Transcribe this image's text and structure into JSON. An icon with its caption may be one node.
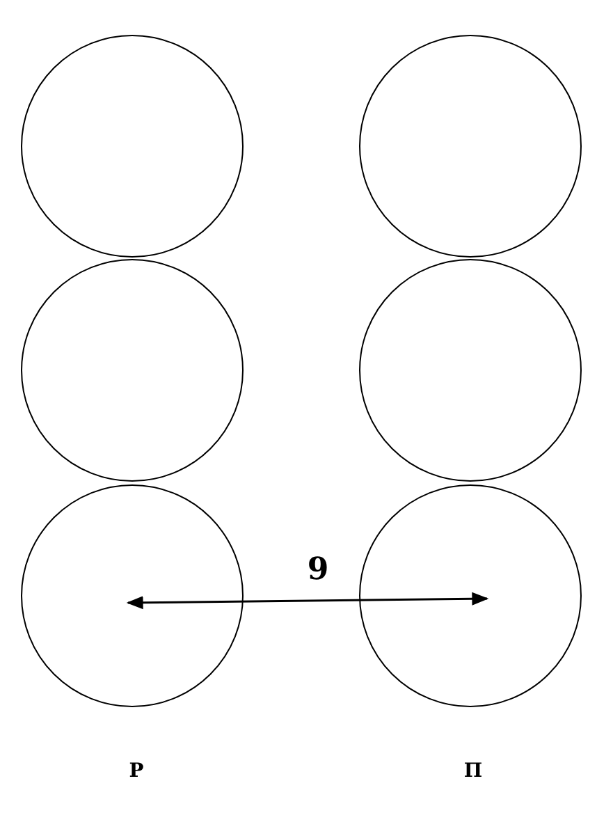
{
  "diagram": {
    "nodes": [
      {
        "text": [],
        "shape": "circle"
      },
      {
        "text": [],
        "shape": "circle"
      },
      {
        "text": [],
        "shape": "circle"
      },
      {
        "text": [],
        "shape": "circle"
      },
      {
        "text": [],
        "shape": "circle"
      },
      {
        "text": [],
        "shape": "circle"
      }
    ],
    "edges": [
      {
        "from": 4,
        "to": 5,
        "arrow": "both",
        "label": "9"
      }
    ],
    "labels": [
      "Р",
      "П"
    ]
  }
}
